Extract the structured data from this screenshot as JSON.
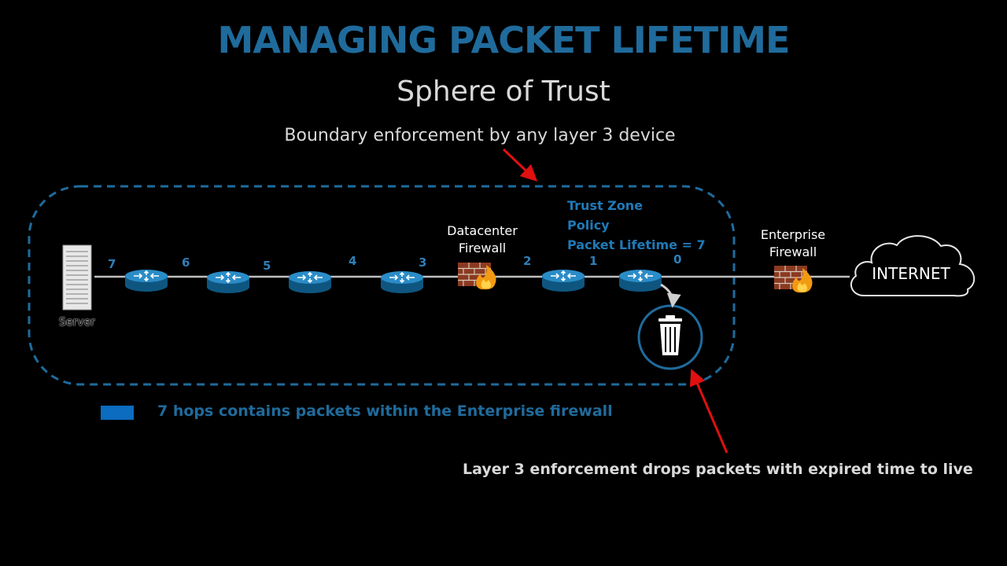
{
  "slide": {
    "title": "MANAGING PACKET LIFETIME",
    "subtitle": "Sphere of Trust",
    "boundary_note": "Boundary enforcement by any layer 3 device",
    "colors": {
      "title": "#1f6b9c",
      "accent": "#2e7fb8",
      "arrow": "#e01010",
      "background": "#000000"
    }
  },
  "diagram": {
    "server_label": "Server",
    "hop_counts": [
      "7",
      "6",
      "5",
      "4",
      "3",
      "2",
      "1",
      "0"
    ],
    "datacenter_firewall_label": "Datacenter\nFirewall",
    "enterprise_firewall_label": "Enterprise\nFirewall",
    "internet_label": "INTERNET",
    "policy": {
      "line1": "Trust Zone",
      "line2": "Policy",
      "line3": "Packet Lifetime = 7"
    },
    "icons": [
      "server-icon",
      "router-icon",
      "firewall-icon",
      "cloud-icon",
      "trash-icon"
    ]
  },
  "legend": {
    "text": "7 hops contains packets within the Enterprise firewall",
    "swatch_color": "#0b6cc0"
  },
  "footer_note": "Layer 3 enforcement drops packets with expired time to live"
}
